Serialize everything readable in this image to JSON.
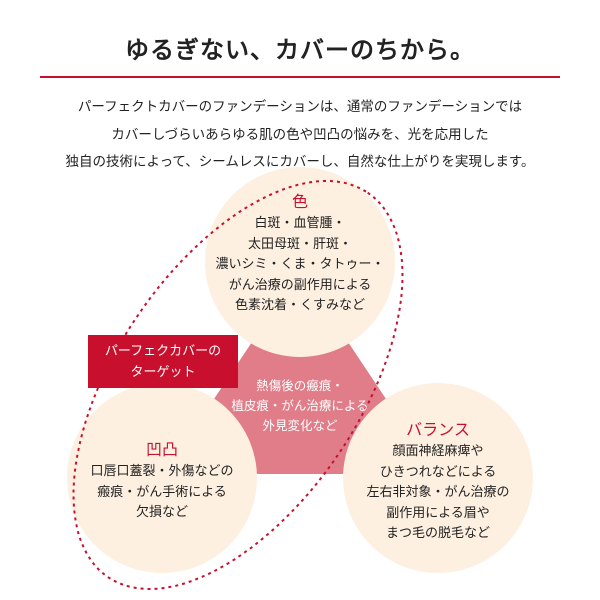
{
  "title": "ゆるぎない、カバーのちから。",
  "intro": [
    "パーフェクトカバーのファンデーションは、通常のファンデーションでは",
    "カバーしづらいあらゆる肌の色や凹凸の悩みを、光を応用した",
    "独自の技術によって、シームレスにカバーし、自然な仕上がりを実現します。"
  ],
  "target_label": [
    "パーフェクカバーの",
    "ターゲット"
  ],
  "circles": {
    "color": {
      "title": "色",
      "lines": [
        "白斑・血管腫・",
        "太田母斑・肝斑・",
        "濃いシミ・くま・タトゥー・",
        "がん治療の副作用による",
        "色素沈着・くすみなど"
      ]
    },
    "unevenness": {
      "title": "凹凸",
      "lines": [
        "口唇口蓋裂・外傷などの",
        "瘢痕・がん手術による",
        "欠損など"
      ]
    },
    "balance": {
      "title": "バランス",
      "lines": [
        "顔面神経麻痺や",
        "ひきつれなどによる",
        "左右非対象・がん治療の",
        "副作用による眉や",
        "まつ毛の脱毛など"
      ]
    }
  },
  "center": [
    "熱傷後の瘢痕・",
    "植皮痕・がん治療による",
    "外見変化など"
  ],
  "colors": {
    "accent": "#c8102e",
    "circle": "#fdf0e0",
    "hexagon": "#e07d88"
  }
}
